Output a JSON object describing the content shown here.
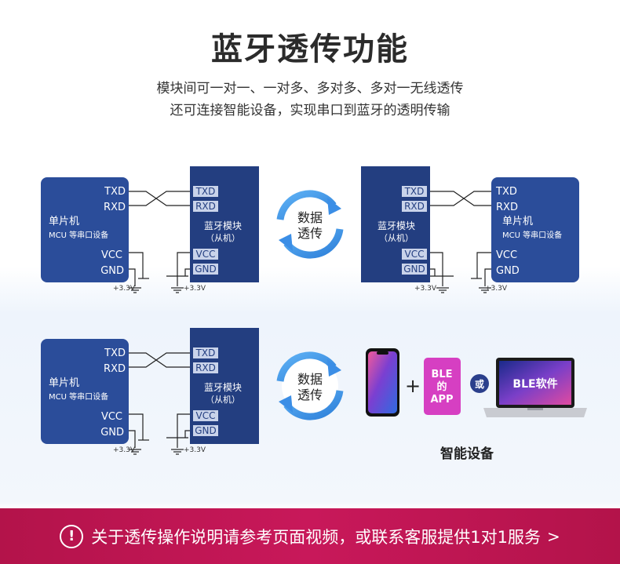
{
  "page": {
    "title": "蓝牙透传功能",
    "subtitle_line1": "模块间可一对一、一对多、多对多、多对一无线透传",
    "subtitle_line2": "还可连接智能设备，实现串口到蓝牙的透明传输"
  },
  "mcu": {
    "pin_txd": "TXD",
    "pin_rxd": "RXD",
    "pin_vcc": "VCC",
    "pin_gnd": "GND",
    "name": "单片机",
    "desc": "MCU 等串口设备"
  },
  "bt_module": {
    "pin_txd": "TXD",
    "pin_rxd": "RXD",
    "pin_vcc": "VCC",
    "pin_gnd": "GND",
    "name": "蓝牙模块",
    "role": "（从机）"
  },
  "power_label": "+3.3V",
  "transfer": {
    "line1": "数据",
    "line2": "透传"
  },
  "smart": {
    "plus": "+",
    "app_line1": "BLE",
    "app_line2": "的",
    "app_line3": "APP",
    "or": "或",
    "software": "BLE软件",
    "caption": "智能设备"
  },
  "banner": {
    "icon": "!",
    "text": "关于透传操作说明请参考页面视频，或联系客服提供1对1服务",
    "arrow": ">"
  },
  "colors": {
    "mcu_blue": "#2b4d9a",
    "module_navy": "#233e80",
    "arrow_blue": "#3b8ee6",
    "banner": "#c0164f"
  }
}
